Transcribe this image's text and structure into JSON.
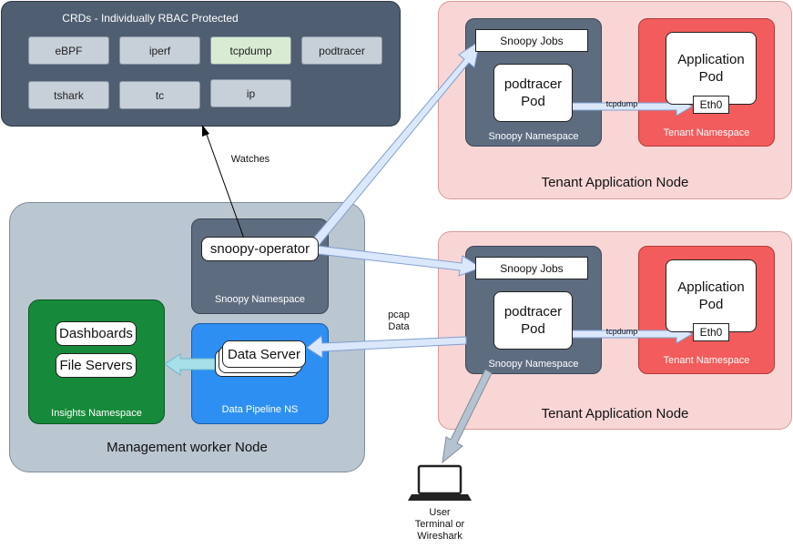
{
  "crd_panel": {
    "title": "CRDs - Individually RBAC Protected",
    "items": [
      "eBPF",
      "iperf",
      "tcpdump",
      "podtracer",
      "tshark",
      "tc",
      "ip"
    ]
  },
  "tenant_top": {
    "node_label": "Tenant Application Node",
    "snoopy_jobs": "Snoopy Jobs",
    "podtracer_line1": "podtracer",
    "podtracer_line2": "Pod",
    "snoopy_ns": "Snoopy Namespace",
    "app_line1": "Application",
    "app_line2": "Pod",
    "eth0": "Eth0",
    "tenant_ns": "Tenant Namespace",
    "tcpdump": "tcpdump"
  },
  "tenant_bottom": {
    "node_label": "Tenant Application Node",
    "snoopy_jobs": "Snoopy Jobs",
    "podtracer_line1": "podtracer",
    "podtracer_line2": "Pod",
    "snoopy_ns": "Snoopy Namespace",
    "app_line1": "Application",
    "app_line2": "Pod",
    "eth0": "Eth0",
    "tenant_ns": "Tenant Namespace",
    "tcpdump": "tcpdump"
  },
  "mgmt": {
    "node_label": "Management worker Node",
    "operator": "snoopy-operator",
    "snoopy_ns": "Snoopy Namespace",
    "dashboards": "Dashboards",
    "file_servers": "File Servers",
    "insights_ns": "Insights Namespace",
    "data_server": "Data Server",
    "data_pipeline_ns": "Data Pipeline NS"
  },
  "labels": {
    "watches": "Watches",
    "pcap_line1": "pcap",
    "pcap_line2": "Data",
    "user_line1": "User",
    "user_line2": "Terminal or",
    "user_line3": "Wireshark"
  },
  "colors": {
    "crd_panel": "#4f5e71",
    "crd_item": "#c7cfd8",
    "crd_item_highlight": "#d8ecd3",
    "tenant_node": "#f9d6d6",
    "snoopy_namespace": "#5e6c80",
    "tenant_namespace": "#f25c5c",
    "mgmt_node": "#bac6d0",
    "insights_namespace": "#168a3a",
    "data_pipeline_ns": "#2e8ff2",
    "flow_arrow": "#dbe7fb",
    "data_arrow": "#a8e0ea",
    "user_arrow": "#b5c2d0"
  },
  "icons": {
    "user": "laptop-icon"
  }
}
